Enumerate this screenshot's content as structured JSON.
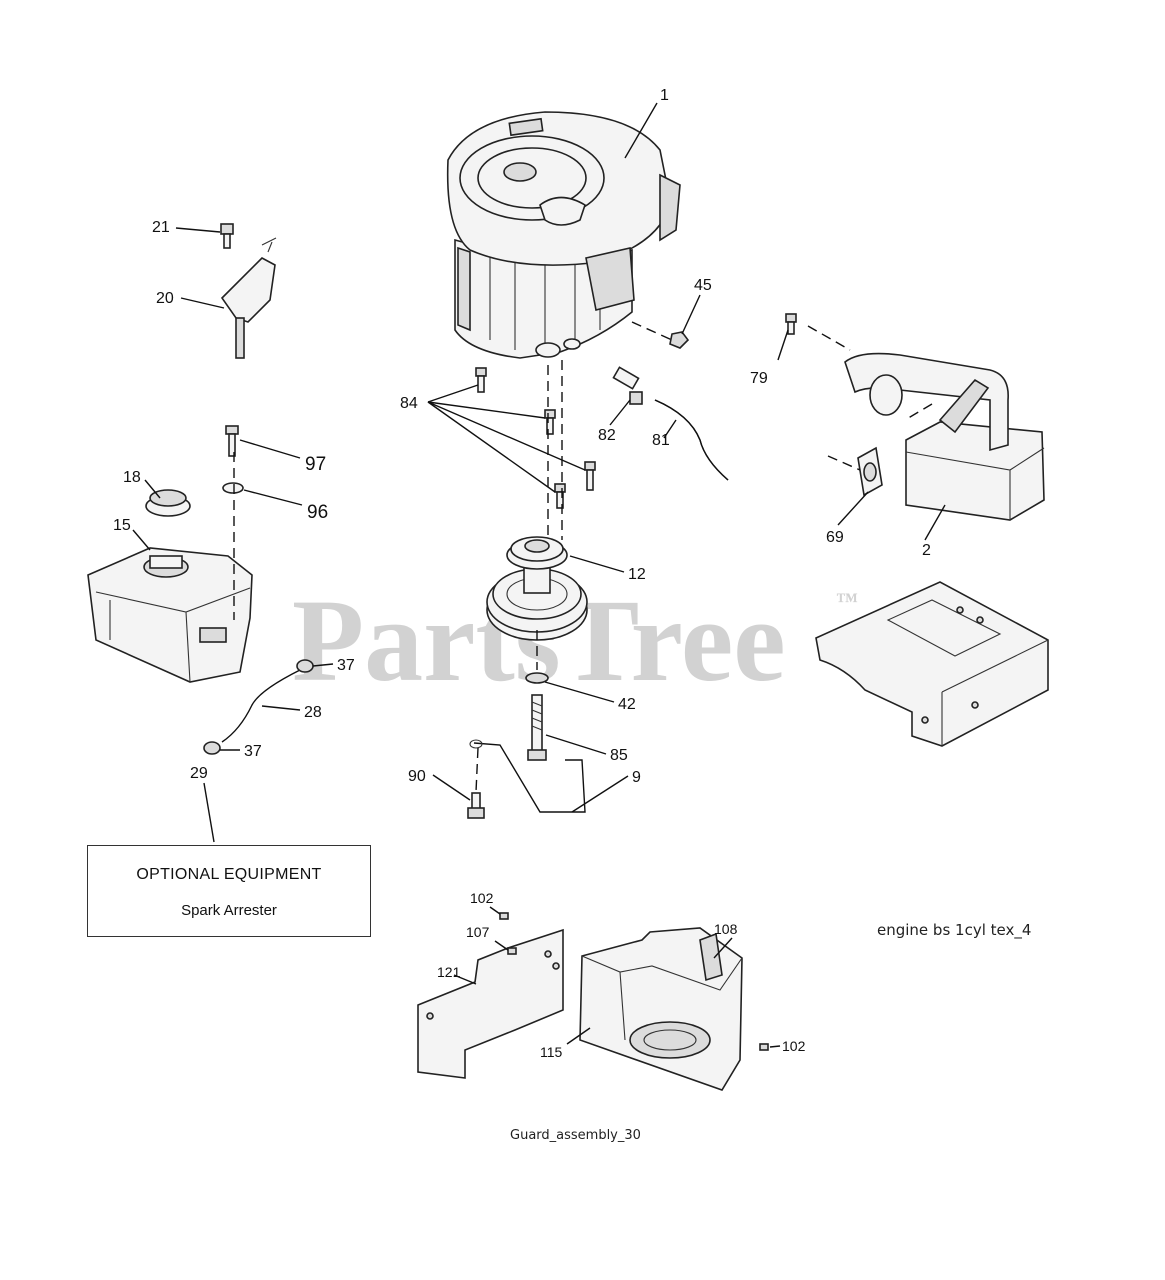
{
  "watermark": {
    "text": "PartsTree",
    "mark": "™"
  },
  "optional_box": {
    "title": "OPTIONAL EQUIPMENT",
    "subtitle": "Spark Arrester"
  },
  "captions": {
    "engine": "engine bs 1cyl tex_4",
    "guard": "Guard_assembly_30"
  },
  "callouts": [
    "1",
    "21",
    "20",
    "45",
    "79",
    "84",
    "82",
    "81",
    "97",
    "96",
    "18",
    "15",
    "12",
    "69",
    "2",
    "37",
    "28",
    "42",
    "37",
    "29",
    "85",
    "90",
    "9",
    "102",
    "107",
    "108",
    "121",
    "115",
    "102"
  ]
}
